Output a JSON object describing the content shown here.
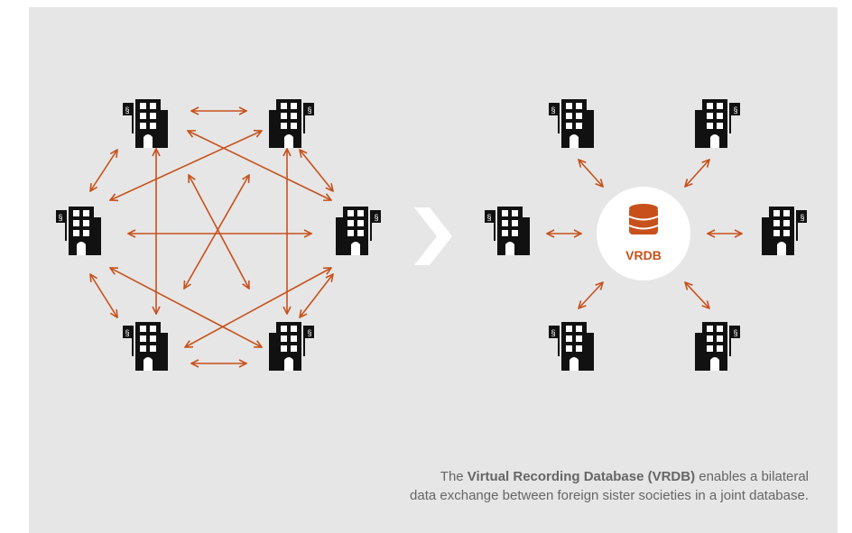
{
  "colors": {
    "background": "#e6e6e6",
    "arrow": "#c8511b",
    "building": "#111111",
    "hub_circle": "#ffffff",
    "caption_text": "#666666"
  },
  "icons": {
    "building": "building-with-paragraph-flag-icon",
    "transition": "chevron-right-arrow-icon",
    "database": "database-cylinder-icon",
    "double_arrow": "double-headed-arrow-icon"
  },
  "nodes": {
    "flag_symbol": "§"
  },
  "hub": {
    "label": "VRDB"
  },
  "caption": {
    "line1_prefix": "The ",
    "line1_bold": "Virtual Recording Database (VRDB)",
    "line1_suffix": " enables a bilateral",
    "line2": "data exchange between foreign sister societies in a joint database."
  }
}
